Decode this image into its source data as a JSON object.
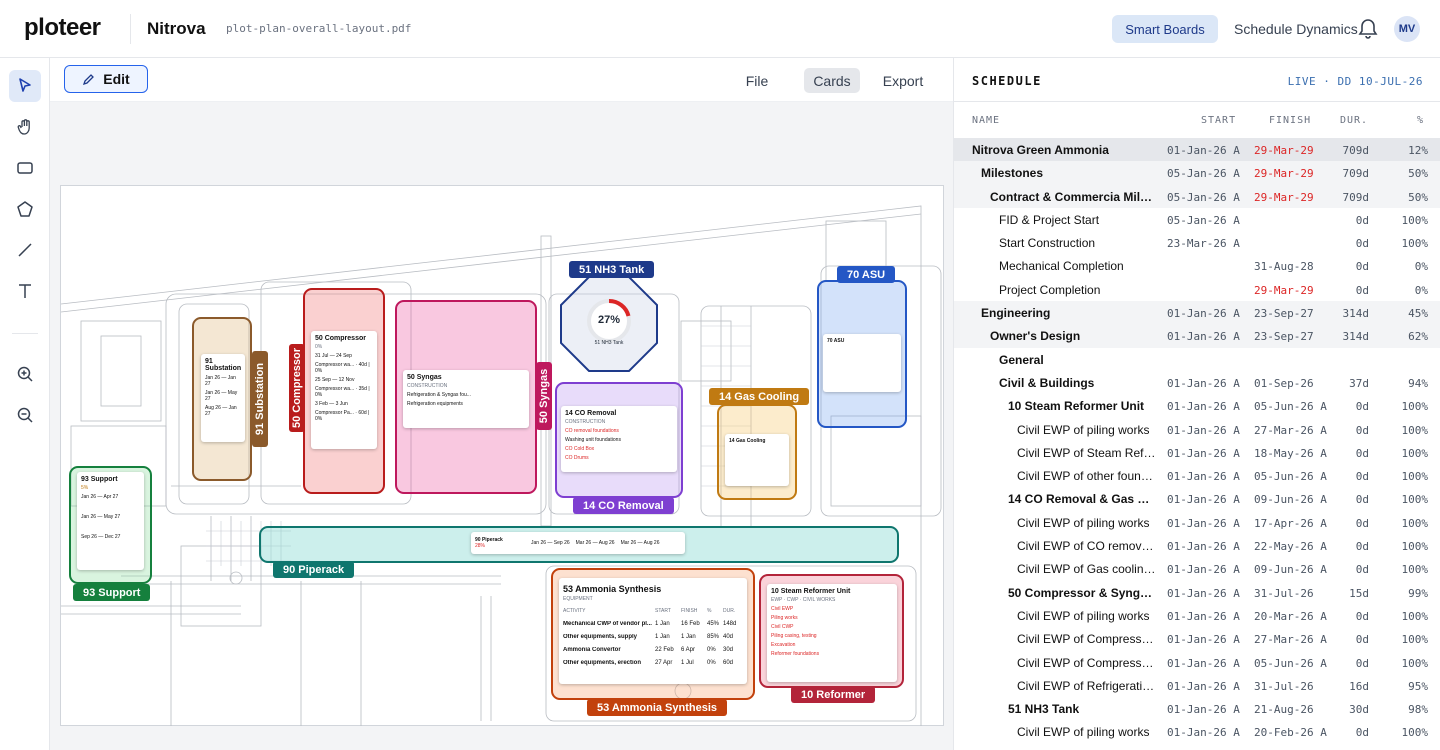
{
  "app": {
    "logo": "ploteer",
    "project": "Nitrova",
    "filename": "plot-plan-overall-layout.pdf",
    "nav": {
      "smart_boards": "Smart Boards",
      "schedule_dynamics": "Schedule Dynamics"
    },
    "avatar": "MV"
  },
  "tools": [
    {
      "name": "select-tool",
      "icon": "cursor-icon"
    },
    {
      "name": "pan-tool",
      "icon": "hand-icon"
    },
    {
      "name": "rectangle-tool",
      "icon": "rectangle-icon"
    },
    {
      "name": "polygon-tool",
      "icon": "pentagon-icon"
    },
    {
      "name": "line-tool",
      "icon": "line-icon"
    },
    {
      "name": "text-tool",
      "icon": "text-icon"
    },
    {
      "name": "zoom-in-tool",
      "icon": "zoom-in-icon"
    },
    {
      "name": "zoom-out-tool",
      "icon": "zoom-out-icon"
    }
  ],
  "canvas": {
    "edit_label": "Edit",
    "tabs": [
      "File",
      "Cards",
      "Export"
    ],
    "active_tab": "Cards"
  },
  "zones": {
    "nh3": {
      "label": "51 NH3 Tank",
      "percent": "27%",
      "caption": "51 NH3 Tank",
      "color": "#1e3a8a"
    },
    "asu": {
      "label": "70 ASU",
      "color": "#2457c5",
      "card_title": "70 ASU"
    },
    "substation": {
      "label": "91 Substation",
      "color": "#8b5a2b",
      "card_title": "91 Substation",
      "rows": [
        "Jan 26 — Jan 27",
        "Jan 26 — May 27",
        "Aug 26 — Jan 27"
      ]
    },
    "compressor": {
      "label": "50 Compressor",
      "color": "#b91c1c",
      "card_title": "50 Compressor",
      "card_pct": "0%",
      "rows": [
        "31 Jul — 24 Sep",
        "25 Sep — 12 Nov",
        "3 Feb — 3 Jun"
      ],
      "rows2": [
        "Compressor wa... · 40d | 0%",
        "Compressor wa... · 35d | 0%",
        "Compressor Pa... · 60d | 0%"
      ]
    },
    "syngas": {
      "label": "50 Syngas",
      "color": "#be185d",
      "card_title": "50 Syngas",
      "card_sub": "CONSTRUCTION",
      "rows": [
        "Refrigeration & Syngas fou...",
        "Refrigeration equipments"
      ]
    },
    "co": {
      "label": "14 CO Removal",
      "color": "#7e3fd1",
      "card_title": "14 CO Removal",
      "card_sub": "CONSTRUCTION",
      "rows": [
        "CO removal foundations",
        "Washing unit foundations",
        "CO Cold Box",
        "CO Drums"
      ]
    },
    "gas": {
      "label": "14 Gas Cooling",
      "color": "#c07a12",
      "card_title": "14 Gas Cooling"
    },
    "support": {
      "label": "93 Support",
      "color": "#15803d",
      "card_title": "93 Support",
      "card_pct": "5%",
      "rows": [
        "Jan 26 — Apr 27",
        "Jan 26 — May 27",
        "Sep 26 — Dec 27"
      ]
    },
    "piperack": {
      "label": "90 Piperack",
      "color": "#0f766e",
      "card_title": "90 Piperack",
      "card_pct": "28%",
      "rows": [
        "Jan 26 — Sep 26",
        "Mar 26 — Aug 26",
        "Mar 26 — Aug 26"
      ]
    },
    "ammonia": {
      "label": "53 Ammonia Synthesis",
      "color": "#c2410c",
      "card_title": "53 Ammonia Synthesis",
      "card_sub": "EQUIPMENT",
      "headers": [
        "ACTIVITY",
        "START",
        "FINISH",
        "%",
        "DUR."
      ],
      "rows": [
        [
          "Mechanical CWP of vendor pl...",
          "16 Feb",
          "45%",
          "148d"
        ],
        [
          "Other equipments, supply",
          "1 Jan",
          "85%",
          "40d"
        ],
        [
          "Ammonia Convertor",
          "6 Apr",
          "0%",
          "30d"
        ],
        [
          "Other equipments, erection",
          "1 Jul",
          "0%",
          "60d"
        ]
      ],
      "starts": [
        "1 Jan",
        "1 Jan",
        "22 Feb",
        "27 Apr"
      ]
    },
    "reformer": {
      "label": "10 Reformer",
      "color": "#b3243a",
      "card_title": "10 Steam Reformer Unit",
      "card_sub": "EWP · CWP · CIVIL WORKS",
      "rows": [
        "Civil EWP",
        "Piling works",
        "Civil CWP",
        "Piling casing, testing",
        "Excavation",
        "Reformer foundations"
      ]
    }
  },
  "schedule": {
    "title": "SCHEDULE",
    "status": "LIVE · DD 10-JUL-26",
    "columns": {
      "name": "NAME",
      "start": "START",
      "finish": "FINISH",
      "dur": "DUR.",
      "pct": "%"
    },
    "rows": [
      {
        "level": 0,
        "name": "Nitrova Green Ammonia",
        "start": "01-Jan-26 A",
        "finish": "29-Mar-29",
        "dur": "709d",
        "pct": "12%",
        "finish_late": true
      },
      {
        "level": 1,
        "name": "Milestones",
        "start": "05-Jan-26 A",
        "finish": "29-Mar-29",
        "dur": "709d",
        "pct": "50%",
        "finish_late": true
      },
      {
        "level": 2,
        "name": "Contract & Commercia Miles...",
        "start": "05-Jan-26 A",
        "finish": "29-Mar-29",
        "dur": "709d",
        "pct": "50%",
        "finish_late": true
      },
      {
        "level": 3,
        "name": "FID & Project Start",
        "start": "05-Jan-26 A",
        "finish": "",
        "dur": "0d",
        "pct": "100%"
      },
      {
        "level": 3,
        "name": "Start Construction",
        "start": "23-Mar-26 A",
        "finish": "",
        "dur": "0d",
        "pct": "100%"
      },
      {
        "level": 3,
        "name": "Mechanical Completion",
        "start": "",
        "finish": "31-Aug-28",
        "dur": "0d",
        "pct": "0%"
      },
      {
        "level": 3,
        "name": "Project Completion",
        "start": "",
        "finish": "29-Mar-29",
        "dur": "0d",
        "pct": "0%",
        "finish_late": true
      },
      {
        "level": 1,
        "name": "Engineering",
        "start": "01-Jan-26 A",
        "finish": "23-Sep-27",
        "dur": "314d",
        "pct": "45%"
      },
      {
        "level": 2,
        "name": "Owner's Design",
        "start": "01-Jan-26 A",
        "finish": "23-Sep-27",
        "dur": "314d",
        "pct": "62%"
      },
      {
        "level": 3,
        "name": "General",
        "start": "",
        "finish": "",
        "dur": "",
        "pct": "",
        "group": true
      },
      {
        "level": 3,
        "name": "Civil & Buildings",
        "start": "01-Jan-26 A",
        "finish": "01-Sep-26",
        "dur": "37d",
        "pct": "94%",
        "group": true
      },
      {
        "level": 4,
        "name": "10 Steam Reformer Unit",
        "start": "01-Jan-26 A",
        "finish": "05-Jun-26 A",
        "dur": "0d",
        "pct": "100%",
        "group": true
      },
      {
        "level": 5,
        "name": "Civil EWP of piling works",
        "start": "01-Jan-26 A",
        "finish": "27-Mar-26 A",
        "dur": "0d",
        "pct": "100%"
      },
      {
        "level": 5,
        "name": "Civil EWP of Steam Reform...",
        "start": "01-Jan-26 A",
        "finish": "18-May-26 A",
        "dur": "0d",
        "pct": "100%"
      },
      {
        "level": 5,
        "name": "Civil EWP of other founda...",
        "start": "01-Jan-26 A",
        "finish": "05-Jun-26 A",
        "dur": "0d",
        "pct": "100%"
      },
      {
        "level": 4,
        "name": "14 CO Removal & Gas Coo...",
        "start": "01-Jan-26 A",
        "finish": "09-Jun-26 A",
        "dur": "0d",
        "pct": "100%",
        "group": true
      },
      {
        "level": 5,
        "name": "Civil EWP of piling works",
        "start": "01-Jan-26 A",
        "finish": "17-Apr-26 A",
        "dur": "0d",
        "pct": "100%"
      },
      {
        "level": 5,
        "name": "Civil EWP of CO removal f...",
        "start": "01-Jan-26 A",
        "finish": "22-May-26 A",
        "dur": "0d",
        "pct": "100%"
      },
      {
        "level": 5,
        "name": "Civil EWP of Gas cooling...",
        "start": "01-Jan-26 A",
        "finish": "09-Jun-26 A",
        "dur": "0d",
        "pct": "100%"
      },
      {
        "level": 4,
        "name": "50 Compressor & Syngas...",
        "start": "01-Jan-26 A",
        "finish": "31-Jul-26",
        "dur": "15d",
        "pct": "99%",
        "group": true
      },
      {
        "level": 5,
        "name": "Civil EWP of piling works",
        "start": "01-Jan-26 A",
        "finish": "20-Mar-26 A",
        "dur": "0d",
        "pct": "100%"
      },
      {
        "level": 5,
        "name": "Civil EWP of Compressor w...",
        "start": "01-Jan-26 A",
        "finish": "27-Mar-26 A",
        "dur": "0d",
        "pct": "100%"
      },
      {
        "level": 5,
        "name": "Civil EWP of Compressor f...",
        "start": "01-Jan-26 A",
        "finish": "05-Jun-26 A",
        "dur": "0d",
        "pct": "100%"
      },
      {
        "level": 5,
        "name": "Civil EWP of Refrigeratio...",
        "start": "01-Jan-26 A",
        "finish": "31-Jul-26",
        "dur": "16d",
        "pct": "95%"
      },
      {
        "level": 4,
        "name": "51 NH3 Tank",
        "start": "01-Jan-26 A",
        "finish": "21-Aug-26",
        "dur": "30d",
        "pct": "98%",
        "group": true
      },
      {
        "level": 5,
        "name": "Civil EWP of piling works",
        "start": "01-Jan-26 A",
        "finish": "20-Feb-26 A",
        "dur": "0d",
        "pct": "100%"
      }
    ]
  }
}
